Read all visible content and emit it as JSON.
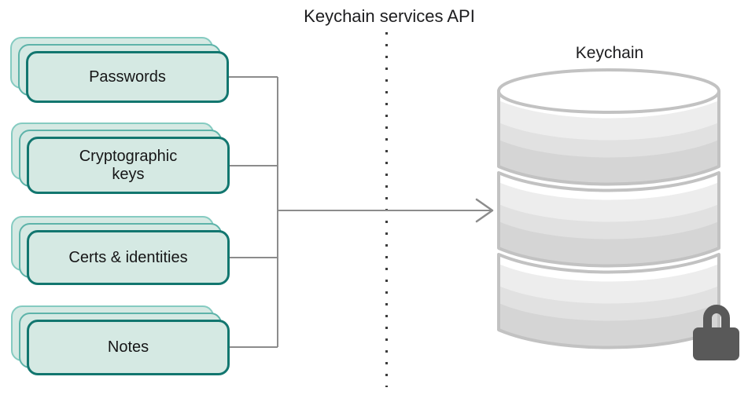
{
  "title": "Keychain services API",
  "keychain": {
    "label": "Keychain"
  },
  "cards": [
    {
      "id": "passwords",
      "label": "Passwords"
    },
    {
      "id": "cryptographic-keys",
      "label": "Cryptographic\nkeys"
    },
    {
      "id": "certs-identities",
      "label": "Certs & identities"
    },
    {
      "id": "notes",
      "label": "Notes"
    }
  ],
  "icons": {
    "database": "keychain-database-icon",
    "lock": "lock-icon",
    "arrow": "arrow-right-icon"
  },
  "colors": {
    "card_fill": "#d5e9e3",
    "card_border_front": "#12766f",
    "card_border_middle": "#5db3a9",
    "card_border_back": "#85cbc1",
    "connector_gray": "#8c8c8c",
    "dotted_boundary": "#3d3d3d",
    "cylinder_outline": "#c2c2c2",
    "cylinder_bands": [
      "#ffffff",
      "#ededed",
      "#e1e1e1",
      "#d5d5d5"
    ],
    "lock_gray": "#595959",
    "text": "#1d1d1f"
  }
}
